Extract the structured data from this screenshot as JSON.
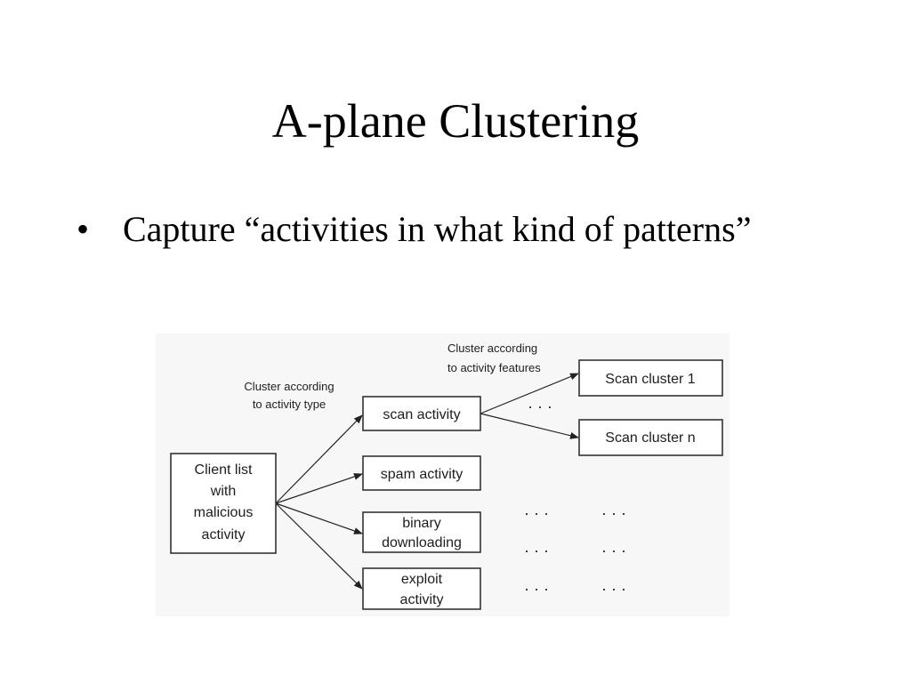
{
  "slide": {
    "title": "A-plane Clustering",
    "bullet_symbol": "•",
    "bullet_text": "Capture “activities in what kind of patterns”"
  },
  "diagram": {
    "root": [
      "Client list",
      "with",
      "malicious",
      "activity"
    ],
    "edge_label_type": [
      "Cluster according",
      "to activity type"
    ],
    "edge_label_features": [
      "Cluster according",
      "to activity features"
    ],
    "activities": [
      [
        "scan activity"
      ],
      [
        "spam activity"
      ],
      [
        "binary",
        "downloading"
      ],
      [
        "exploit",
        "activity"
      ]
    ],
    "scan_clusters": [
      "Scan cluster 1",
      "Scan cluster n"
    ],
    "ellipsis": "· · ·"
  }
}
